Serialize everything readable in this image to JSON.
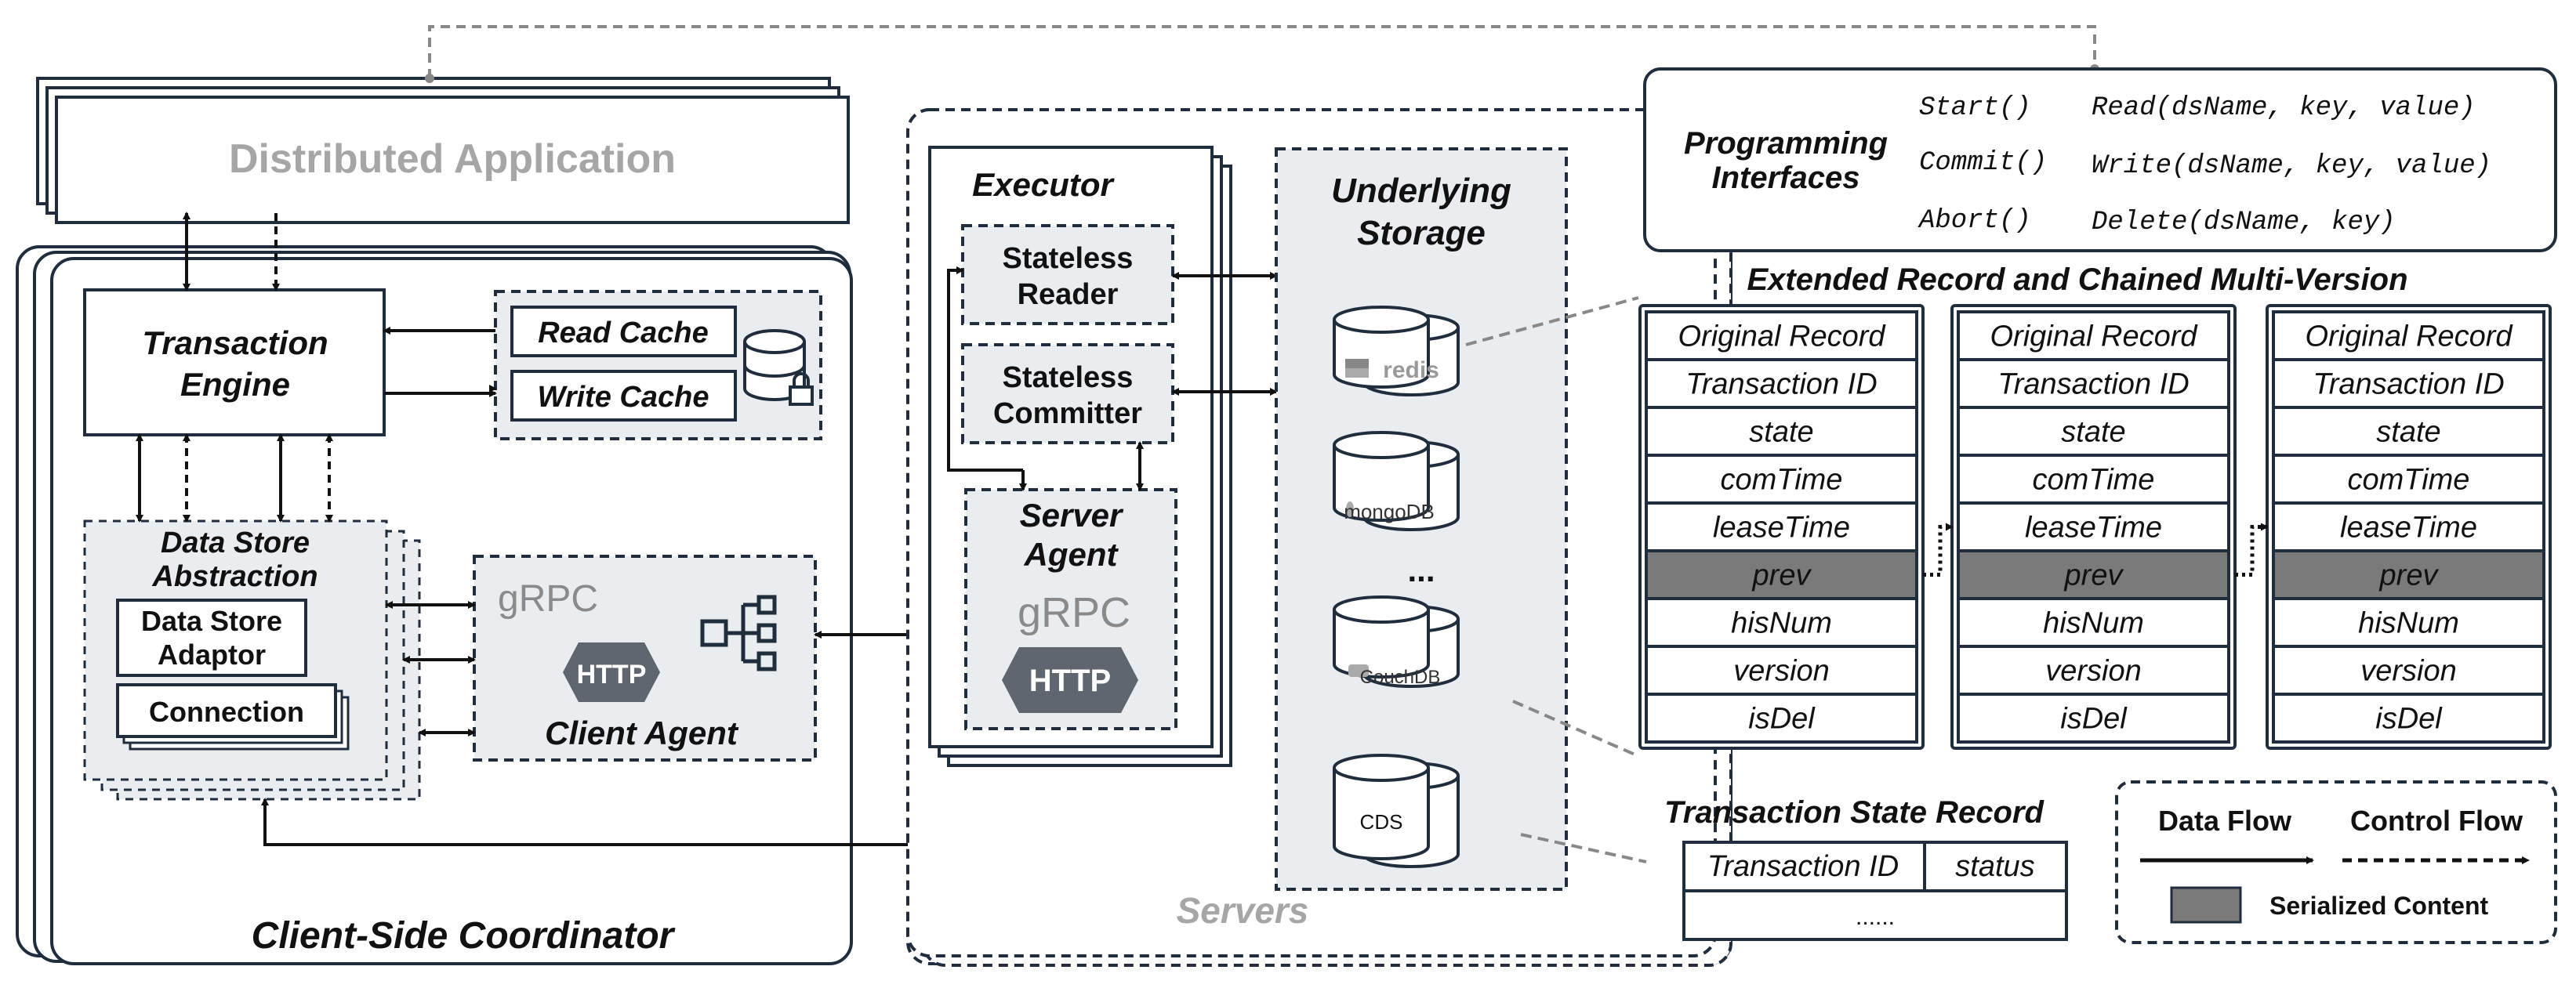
{
  "distributed_app": "Distributed Application",
  "client": {
    "title": "Client-Side Coordinator",
    "transaction_engine": [
      "Transaction",
      "Engine"
    ],
    "read_cache": "Read Cache",
    "write_cache": "Write Cache",
    "data_store_abstraction": [
      "Data Store",
      "Abstraction"
    ],
    "data_store_adaptor": [
      "Data Store",
      "Adaptor"
    ],
    "connection": "Connection",
    "client_agent": "Client Agent",
    "grpc": "gRPC",
    "http": "HTTP"
  },
  "servers": {
    "title": "Servers",
    "executor": "Executor",
    "stateless_reader": [
      "Stateless",
      "Reader"
    ],
    "stateless_committer": [
      "Stateless",
      "Committer"
    ],
    "server_agent": [
      "Server",
      "Agent"
    ],
    "grpc": "gRPC",
    "http": "HTTP",
    "underlying_storage": [
      "Underlying",
      "Storage"
    ],
    "stores": [
      "redis",
      "mongoDB",
      "CouchDB",
      "CDS"
    ],
    "ellipsis": "..."
  },
  "programming_interfaces": {
    "label": [
      "Programming",
      "Interfaces"
    ],
    "col1": [
      "Start()",
      "Commit()",
      "Abort()"
    ],
    "col2": [
      "Read(dsName, key, value)",
      "Write(dsName, key, value)",
      "Delete(dsName, key)"
    ]
  },
  "extended_record": {
    "title": "Extended Record  and Chained Multi-Version",
    "fields": [
      "Original Record",
      "Transaction ID",
      "state",
      "comTime",
      "leaseTime",
      "prev",
      "hisNum",
      "version",
      "isDel"
    ],
    "serialized_field": "prev"
  },
  "transaction_state_record": {
    "title": "Transaction State Record",
    "columns": [
      "Transaction ID",
      "status"
    ],
    "row": "......"
  },
  "legend": {
    "data_flow": "Data Flow",
    "control_flow": "Control Flow",
    "serialized": "Serialized Content"
  },
  "colors": {
    "stroke": "#1f2d3d",
    "panel": "#e9edf0",
    "serialized": "#7a7a7a",
    "muted_text": "#a6a6a6",
    "http_badge": "#5f6670"
  }
}
